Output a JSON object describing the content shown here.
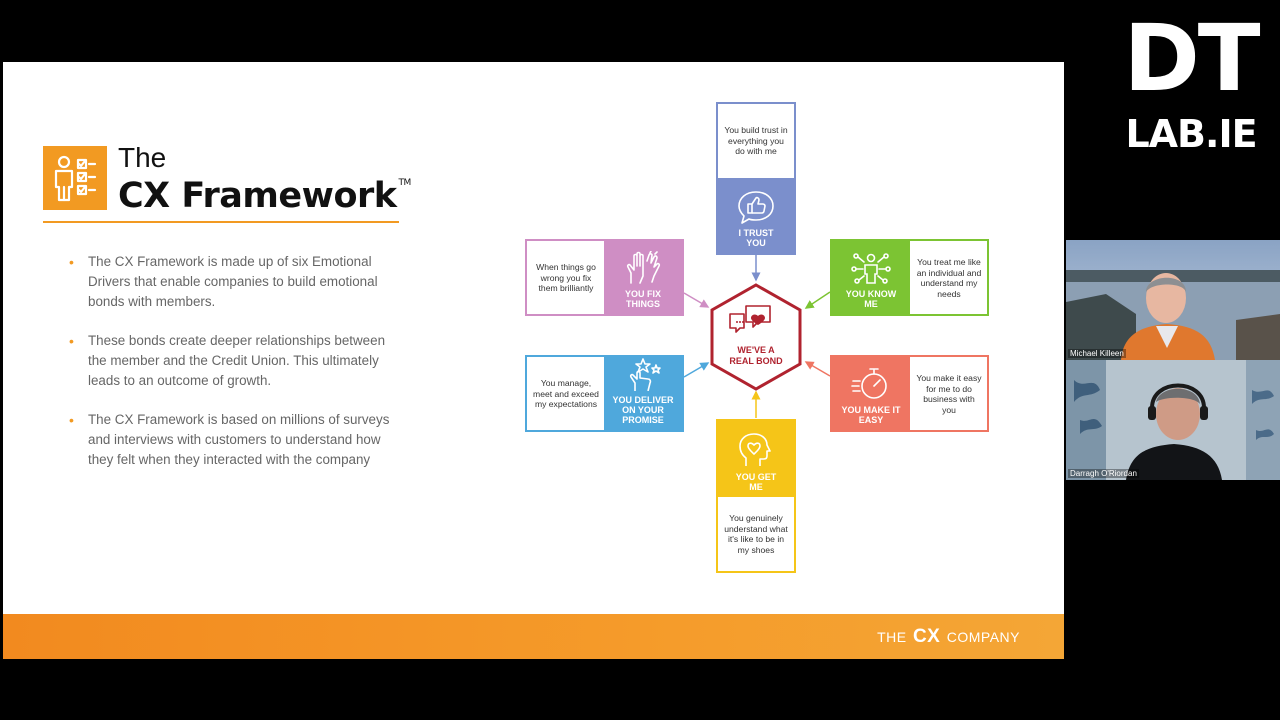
{
  "slide": {
    "title_line1": "The",
    "title_line2": "CX Framework",
    "title_tm": "TM",
    "bullets": [
      "The CX Framework is made up of six Emotional Drivers that enable companies to build emotional bonds with members.",
      "These bonds create deeper relationships between the member and the Credit Union. This ultimately leads to an outcome of growth.",
      " The CX Framework is based on millions of surveys and interviews with customers to understand how they felt when they interacted with the company"
    ],
    "center_label": "WE'VE A REAL BOND",
    "drivers": {
      "trust": {
        "label": "I TRUST YOU",
        "desc": "You build trust in everything you do with me",
        "color": "#7b8fcc",
        "icon": "thumbs-up-chat-icon"
      },
      "know": {
        "label": "YOU KNOW ME",
        "desc": "You treat me like an individual and understand my needs",
        "color": "#7cc433",
        "icon": "person-network-icon"
      },
      "easy": {
        "label": "YOU MAKE IT EASY",
        "desc": "You make it easy for me to do business with you",
        "color": "#ef7562",
        "icon": "stopwatch-icon"
      },
      "get": {
        "label": "YOU GET ME",
        "desc": "You genuinely understand what it's like to be in my shoes",
        "color": "#f5c518",
        "icon": "head-heart-icon"
      },
      "deliver": {
        "label": "YOU DELIVER ON YOUR PROMISE",
        "desc": "You manage, meet and exceed my expectations",
        "color": "#4fa8dc",
        "icon": "hand-stars-icon"
      },
      "fix": {
        "label": "YOU FIX THINGS",
        "desc": "When things go wrong you fix them brilliantly",
        "color": "#cf8ec4",
        "icon": "hands-clap-icon"
      }
    },
    "footer_the": "THE",
    "footer_cx": "CX",
    "footer_company": "COMPANY"
  },
  "overlay": {
    "logo_top": "DT",
    "logo_bottom": "LAB.IE"
  },
  "participants": [
    {
      "name": "Michael Killeen"
    },
    {
      "name": "Darragh O'Riordan"
    }
  ],
  "colors": {
    "accent_orange": "#f29a22",
    "bond_red": "#b0232f"
  }
}
